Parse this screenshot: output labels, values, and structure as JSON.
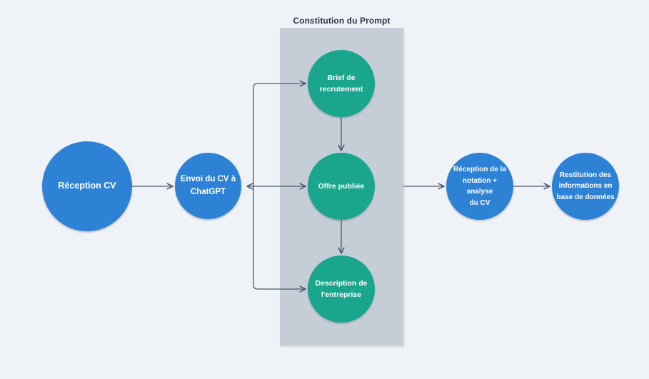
{
  "diagram": {
    "title": "Constitution du Prompt",
    "background_color": "#eff2f6",
    "colors": {
      "blue_node": "#2e82d6",
      "teal_node": "#1aa58d",
      "group_box": "#c5ced7",
      "connector": "#4c5a6e",
      "group_title_text": "#2b3947",
      "node_text": "#ffffff"
    },
    "group": {
      "title": "Constitution du Prompt",
      "members": [
        "brief-recrutement",
        "offre-publiee",
        "description-entreprise"
      ]
    },
    "nodes": [
      {
        "id": "reception-cv",
        "label": "Réception CV",
        "lines": [
          "Réception CV"
        ],
        "color": "blue"
      },
      {
        "id": "envoi-cv-chatgpt",
        "label": "Envoi du CV à ChatGPT",
        "lines": [
          "Envoi du CV à",
          "ChatGPT"
        ],
        "color": "blue"
      },
      {
        "id": "brief-recrutement",
        "label": "Brief de recrutement",
        "lines": [
          "Brief de",
          "recrutement"
        ],
        "color": "teal"
      },
      {
        "id": "offre-publiee",
        "label": "Offre publiée",
        "lines": [
          "Offre publiée"
        ],
        "color": "teal"
      },
      {
        "id": "description-entreprise",
        "label": "Description de l'entreprise",
        "lines": [
          "Description de",
          "l'entreprise"
        ],
        "color": "teal"
      },
      {
        "id": "reception-notation",
        "label": "Réception de la notation + analyse du CV",
        "lines": [
          "Réception de la",
          "notation + analyse",
          "du CV"
        ],
        "color": "blue"
      },
      {
        "id": "restitution-informations",
        "label": "Restitution des informations en base de données",
        "lines": [
          "Restitution des",
          "informations en",
          "base de données"
        ],
        "color": "blue"
      }
    ],
    "edges": [
      {
        "from": "reception-cv",
        "to": "envoi-cv-chatgpt",
        "bidirectional": false
      },
      {
        "from": "envoi-cv-chatgpt",
        "to": "brief-recrutement",
        "bidirectional": false
      },
      {
        "from": "envoi-cv-chatgpt",
        "to": "offre-publiee",
        "bidirectional": true
      },
      {
        "from": "envoi-cv-chatgpt",
        "to": "description-entreprise",
        "bidirectional": false
      },
      {
        "from": "brief-recrutement",
        "to": "offre-publiee",
        "bidirectional": false
      },
      {
        "from": "offre-publiee",
        "to": "description-entreprise",
        "bidirectional": false
      },
      {
        "from": "constitution-du-prompt",
        "to": "reception-notation",
        "bidirectional": false
      },
      {
        "from": "reception-notation",
        "to": "restitution-informations",
        "bidirectional": false
      }
    ]
  }
}
